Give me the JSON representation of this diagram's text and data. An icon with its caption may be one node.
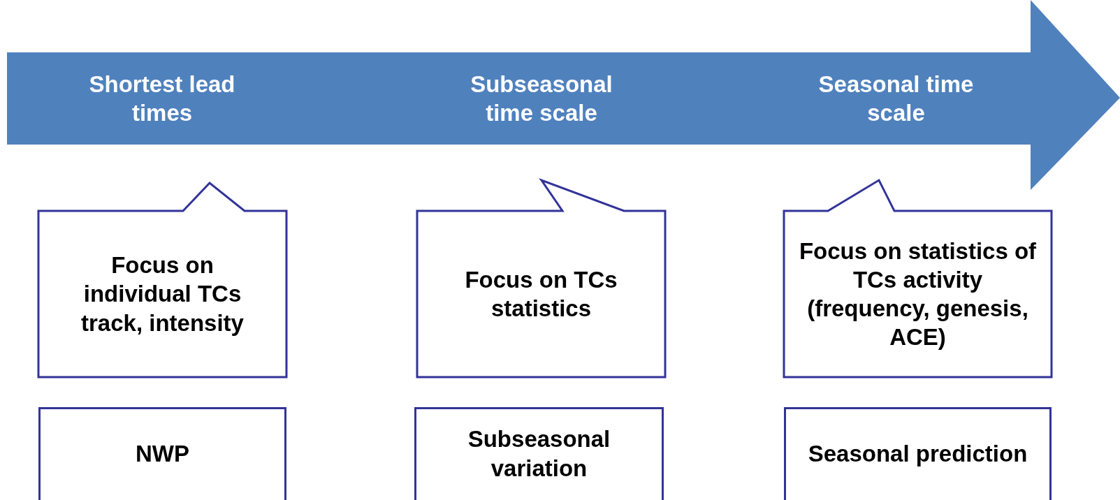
{
  "diagram": {
    "nodes": [
      {
        "text": [
          "Shortest lead times",
          "Subseasonal time scale",
          "Seasonal time scale"
        ]
      },
      {
        "text": [
          "Focus on individual TCs track, intensity"
        ]
      },
      {
        "text": [
          "Focus on TCs statistics"
        ]
      },
      {
        "text": [
          "Focus on statistics of TCs activity (frequency, genesis, ACE)"
        ]
      },
      {
        "text": [
          "NWP"
        ]
      },
      {
        "text": [
          "Subseasonal variation"
        ]
      },
      {
        "text": [
          "Seasonal prediction"
        ]
      }
    ]
  }
}
